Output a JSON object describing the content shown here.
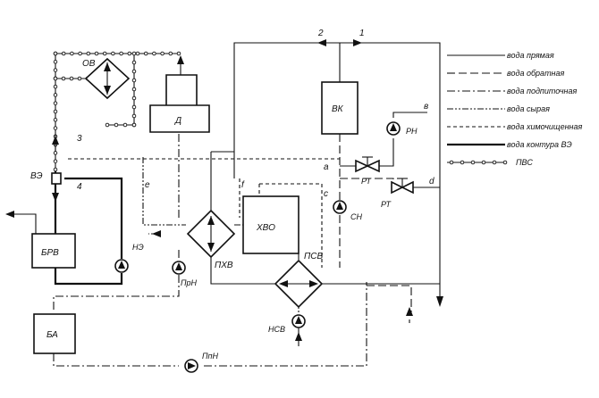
{
  "equipment": {
    "vk": "ВК",
    "d": "Д",
    "ov": "ОВ",
    "ve": "ВЭ",
    "brv": "БРВ",
    "ba": "БА",
    "khvo": "ХВО",
    "pkhv": "ПХВ",
    "psv": "ПСВ",
    "ne": "НЭ",
    "prn": "ПрН",
    "ppn": "ПпН",
    "sn": "СН",
    "nsv": "НСВ",
    "rn": "РН",
    "rt1": "РТ",
    "rt2": "РТ"
  },
  "points": {
    "p1": "1",
    "p2": "2",
    "p3": "3",
    "p4": "4",
    "a": "а",
    "b": "в",
    "c": "с",
    "d": "d",
    "e": "е",
    "f": "f"
  },
  "legend": [
    {
      "label": "вода прямая",
      "style": "solid"
    },
    {
      "label": "вода обратная",
      "style": "dash"
    },
    {
      "label": "вода подпиточная",
      "style": "dash-dot"
    },
    {
      "label": "вода сырая",
      "style": "dash-dot-dot"
    },
    {
      "label": "вода химочищенная",
      "style": "short-dash"
    },
    {
      "label": "вода контура ВЭ",
      "style": "bold"
    },
    {
      "label": "ПВС",
      "style": "dotted-circles"
    }
  ]
}
